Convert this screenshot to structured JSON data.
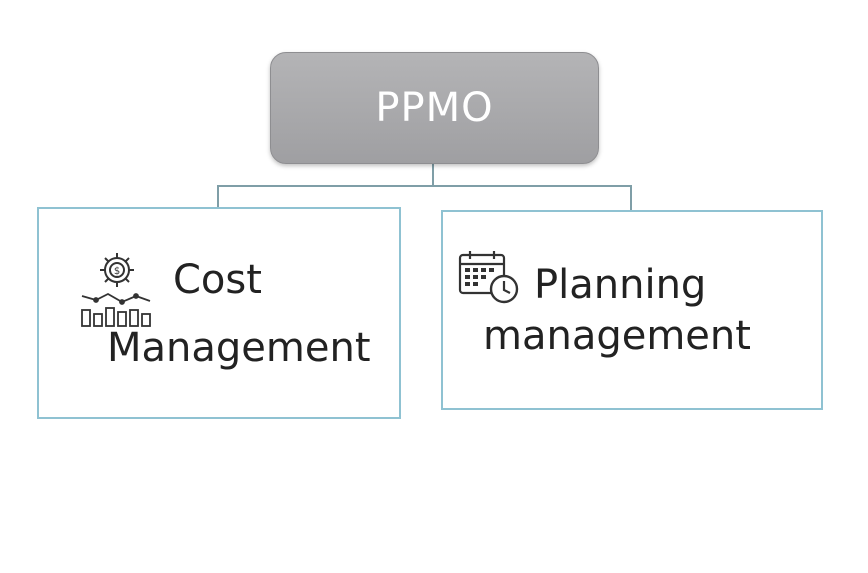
{
  "root": {
    "label": "PPMO"
  },
  "children": [
    {
      "line1": "Cost",
      "line2": "Management",
      "icons": [
        "gear-dollar-icon",
        "bar-chart-trend-icon"
      ]
    },
    {
      "line1": "Planning",
      "line2": "management",
      "icons": [
        "calendar-clock-icon"
      ]
    }
  ],
  "colors": {
    "root_fill": "#a8a8ab",
    "root_text": "#ffffff",
    "child_border": "#8fc2d2",
    "connector": "#7f9ea7",
    "text": "#222222"
  }
}
